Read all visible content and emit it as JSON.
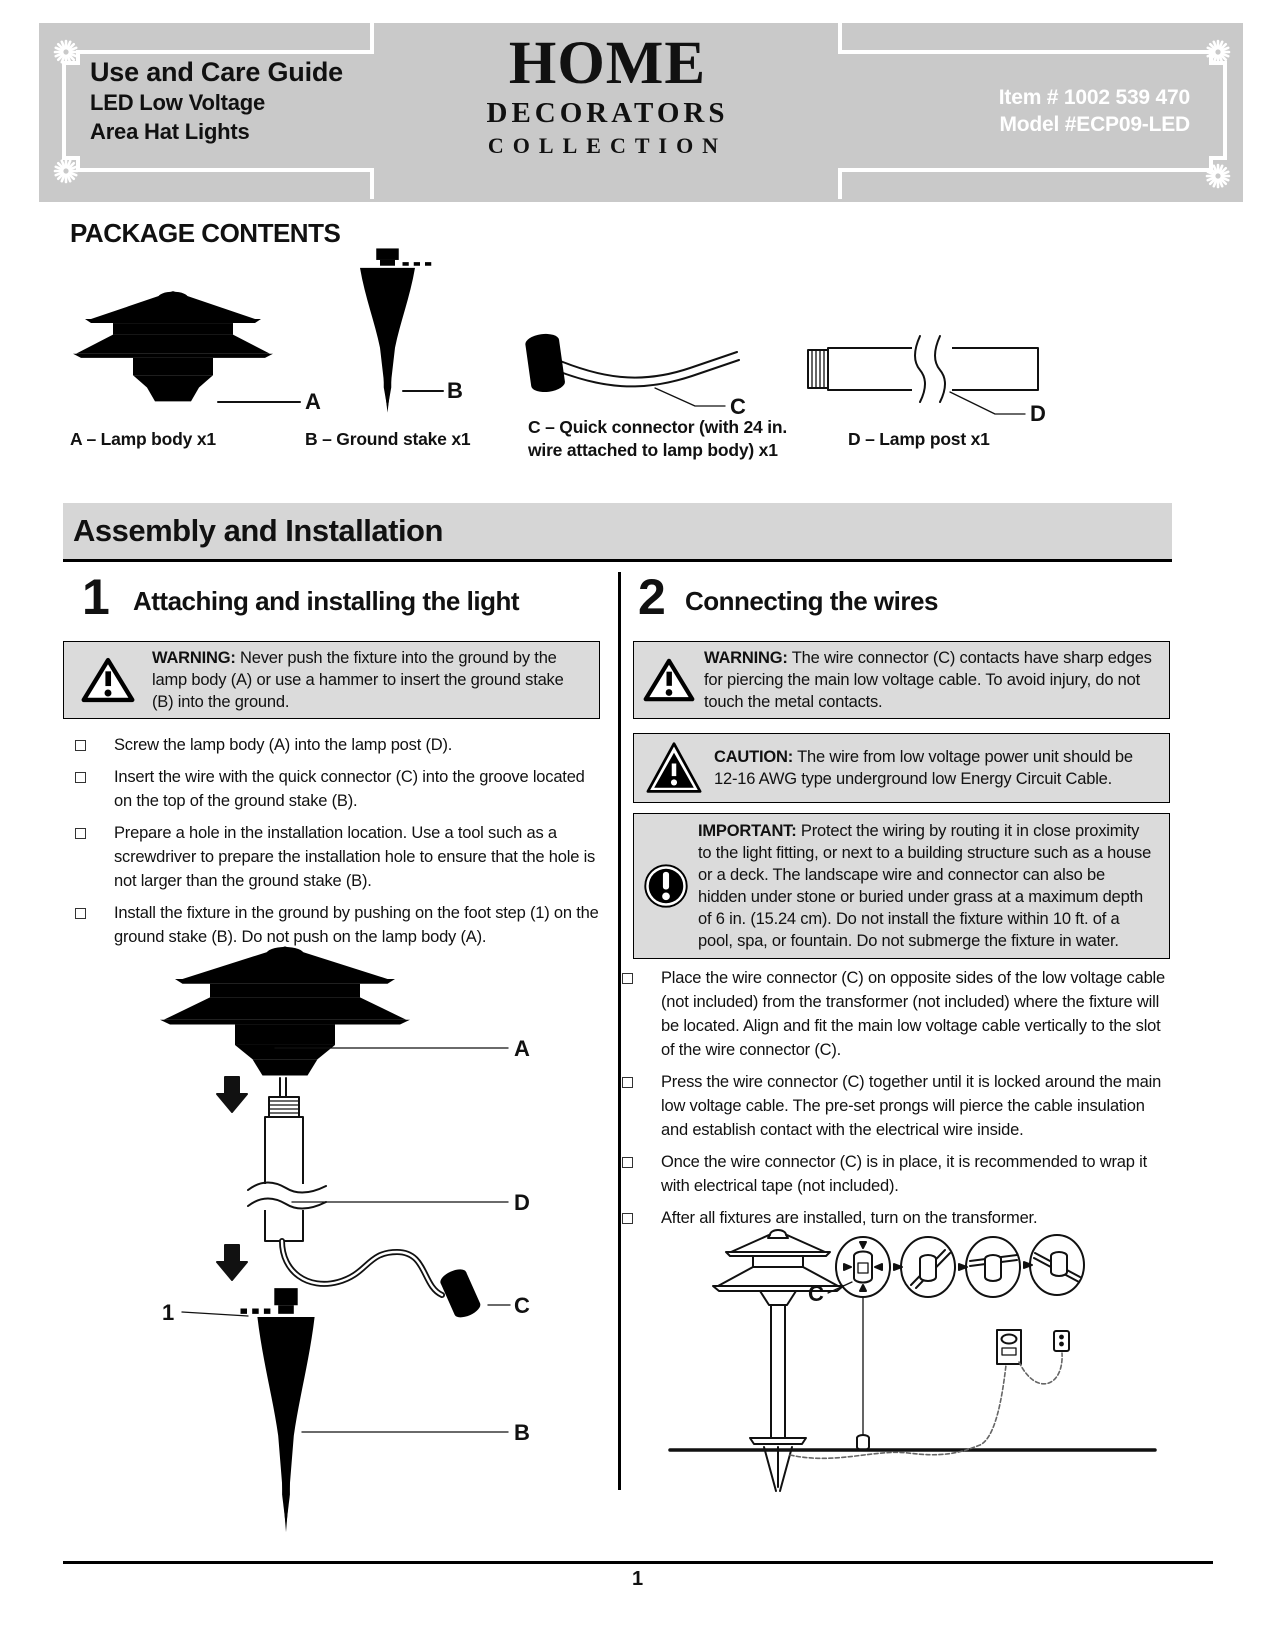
{
  "header": {
    "title": "Use and Care Guide",
    "subtitle1": "LED Low Voltage",
    "subtitle2": "Area Hat Lights",
    "brand": {
      "line1": "HOME",
      "line2": "DECORATORS",
      "line3": "COLLECTION"
    },
    "item_label": "Item # 1002 539 470",
    "model_label": "Model #ECP09-LED"
  },
  "package": {
    "heading": "PACKAGE CONTENTS",
    "items": [
      {
        "tag": "A",
        "caption": "A – Lamp body x1"
      },
      {
        "tag": "B",
        "caption": "B – Ground stake x1"
      },
      {
        "tag": "C",
        "caption": "C – Quick connector (with 24 in. wire attached to lamp body) x1"
      },
      {
        "tag": "D",
        "caption": "D – Lamp post x1"
      }
    ]
  },
  "section_bar": {
    "title": "Assembly and Installation"
  },
  "step1": {
    "number": "1",
    "title": "Attaching and installing the light",
    "warning": {
      "label": "WARNING:",
      "text": "Never push the fixture into the ground by the lamp body (A) or use a hammer to insert the ground stake (B) into the ground."
    },
    "bullets": [
      "Screw the lamp body (A) into the lamp post (D).",
      "Insert the wire with the quick connector (C) into the groove located on the top of the ground stake (B).",
      "Prepare a hole in the installation location. Use a tool such as a screwdriver to prepare the installation hole to ensure that the hole is not larger than the ground stake (B).",
      "Install the fixture in the ground by pushing on the foot step (1) on the ground stake (B). Do not push on the lamp body (A)."
    ],
    "diagram_labels": {
      "a": "A",
      "d": "D",
      "one": "1",
      "c": "C",
      "b": "B"
    }
  },
  "step2": {
    "number": "2",
    "title": "Connecting the wires",
    "warning": {
      "label": "WARNING:",
      "text": "The wire connector (C) contacts have sharp edges for piercing the main low voltage cable. To avoid injury, do not touch the metal contacts."
    },
    "caution": {
      "label": "CAUTION:",
      "text": "The wire from low voltage power unit should be 12-16 AWG type underground low Energy Circuit Cable."
    },
    "important": {
      "label": "IMPORTANT:",
      "text": "Protect the wiring by routing it in close proximity to the light fitting, or next to a building structure such as a house or a deck. The landscape wire and connector can also be hidden under stone or buried under grass at a maximum depth of 6 in. (15.24 cm). Do not install the fixture within 10 ft. of a pool, spa, or fountain. Do not submerge the fixture in water."
    },
    "bullets": [
      "Place the wire connector (C) on opposite sides of the low voltage cable (not included) from the transformer (not included) where the fixture will be located. Align and fit the main low voltage cable vertically to the slot of the wire connector (C).",
      "Press the wire connector (C) together until it is locked around the main low voltage cable. The pre-set prongs will pierce the cable insulation and establish contact with the electrical wire inside.",
      "Once the wire connector (C) is in place, it is recommended to wrap it with electrical tape (not included).",
      "After all fixtures are installed, turn on the transformer."
    ],
    "diagram_labels": {
      "c": "C"
    }
  },
  "footer": {
    "page": "1"
  }
}
